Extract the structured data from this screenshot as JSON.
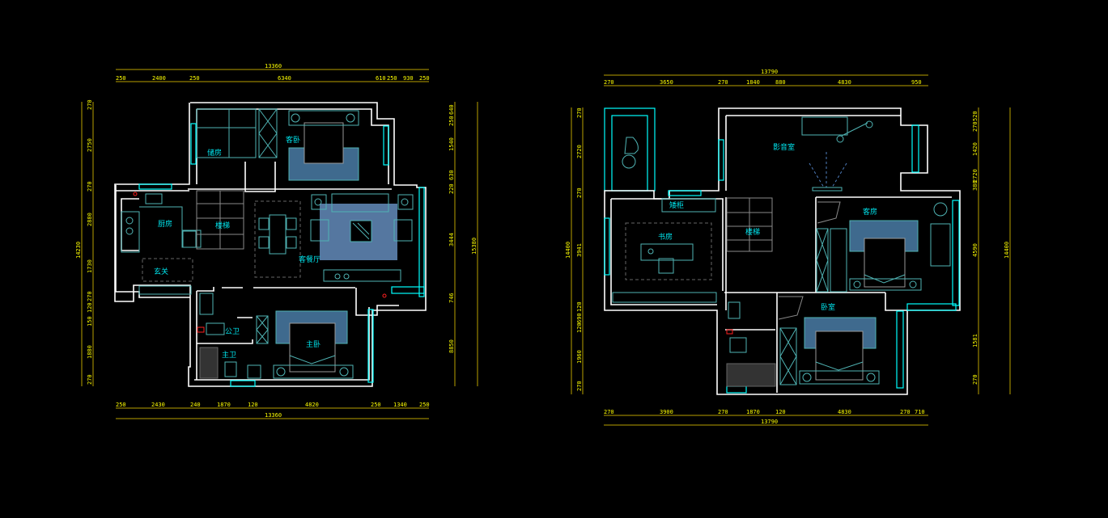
{
  "plans": [
    {
      "id": "floor-1",
      "top_total": "13360",
      "top_segments": [
        "250",
        "2400",
        "250",
        "6340",
        "610",
        "250",
        "930",
        "250"
      ],
      "bottom_segments": [
        "250",
        "2430",
        "240",
        "1870",
        "120",
        "4820",
        "250",
        "1340",
        "250"
      ],
      "bottom_total": "13360",
      "left_total": "14230",
      "left_segments": [
        "270",
        "2750",
        "270",
        "2880",
        "1730",
        "270",
        "120",
        "150",
        "1880",
        "270"
      ],
      "right_segments": [
        "640",
        "250",
        "1540",
        "630",
        "220",
        "3444",
        "746",
        "8850"
      ],
      "right_total": "15380",
      "rooms": {
        "storage": "储房",
        "guest_bedroom": "客卧",
        "kitchen": "厨房",
        "stairs": "楼梯",
        "living_dining": "客餐厅",
        "entrance": "玄关",
        "public_bath": "公卫",
        "master_bath": "主卫",
        "master_bedroom": "主卧"
      }
    },
    {
      "id": "floor-2",
      "top_total": "13790",
      "top_segments": [
        "270",
        "3650",
        "270",
        "1840",
        "880",
        "4830",
        "950"
      ],
      "bottom_segments": [
        "270",
        "3900",
        "270",
        "1870",
        "120",
        "4830",
        "270",
        "710"
      ],
      "bottom_total": "13790",
      "left_total": "14400",
      "left_segments": [
        "270",
        "2720",
        "270",
        "3941",
        "120",
        "690",
        "120",
        "1960",
        "270"
      ],
      "right_segments": [
        "520",
        "270",
        "1420",
        "2720",
        "380",
        "4590",
        "1581",
        "270"
      ],
      "right_total": "14400",
      "rooms": {
        "media_room": "影音室",
        "cabinet": "矮柜",
        "study": "书房",
        "stairs": "楼梯",
        "guest_room": "客房",
        "bedroom": "卧室"
      }
    }
  ],
  "colors": {
    "background": "#000000",
    "wall": "#ffffff",
    "window": "#00ffff",
    "furniture": "#4fb3b3",
    "dimension_text": "#ffff00",
    "dimension_line": "#b8a000",
    "room_label": "#00e5ee",
    "rug": "#5577a0"
  }
}
